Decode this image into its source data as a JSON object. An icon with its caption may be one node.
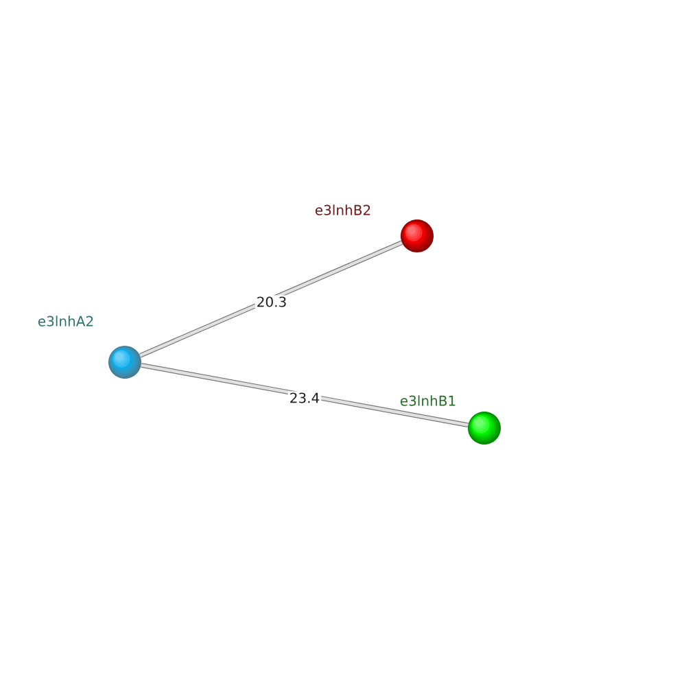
{
  "diagram": {
    "nodes": [
      {
        "text": [
          "e3lnhA2"
        ]
      },
      {
        "text": [
          "e3lnhB2"
        ]
      },
      {
        "text": [
          "e3lnhB1"
        ]
      }
    ],
    "edges": [
      {
        "from": 0,
        "to": 1,
        "arrow": "none",
        "label": "20.3"
      },
      {
        "from": 0,
        "to": 2,
        "arrow": "none",
        "label": "23.4"
      }
    ]
  }
}
